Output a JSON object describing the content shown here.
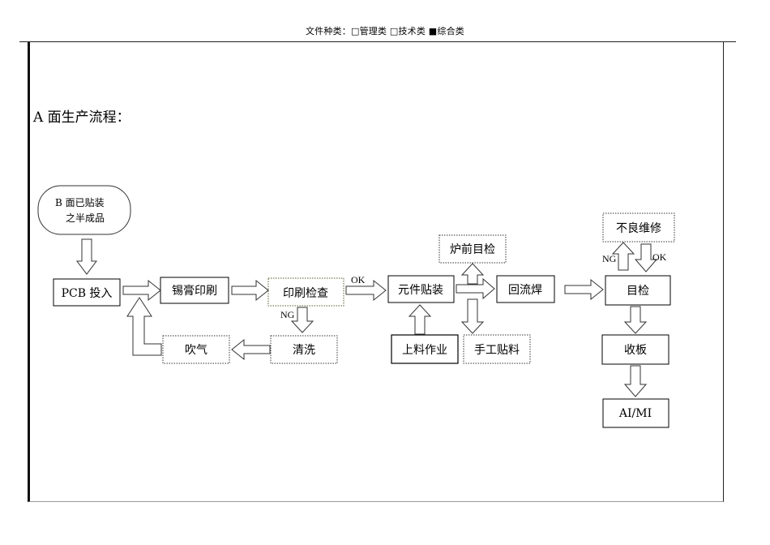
{
  "header": {
    "doc_type_label": "文件种类：",
    "options": [
      {
        "mark": "□",
        "label": "管理类"
      },
      {
        "mark": "□",
        "label": "技术类"
      },
      {
        "mark": "■",
        "label": "综合类"
      }
    ]
  },
  "section_title": "A 面生产流程：",
  "flow": {
    "start": {
      "line1": "B  面已贴装",
      "line2": "之半成品"
    },
    "nodes": {
      "pcb_input": "PCB 投入",
      "solder_print": "锡膏印刷",
      "print_inspect": "印刷检查",
      "clean": "清洗",
      "blow": "吹气",
      "placement": "元件贴装",
      "pre_reflow_inspect": "炉前目检",
      "feeding": "上料作业",
      "manual_place": "手工贴料",
      "reflow": "回流焊",
      "visual_inspect": "目检",
      "repair": "不良维修",
      "collect": "收板",
      "ai_mi": "AI/MI"
    },
    "labels": {
      "print_ok": "OK",
      "print_ng": "NG",
      "repair_ng": "NG",
      "repair_ok": "OK"
    }
  }
}
